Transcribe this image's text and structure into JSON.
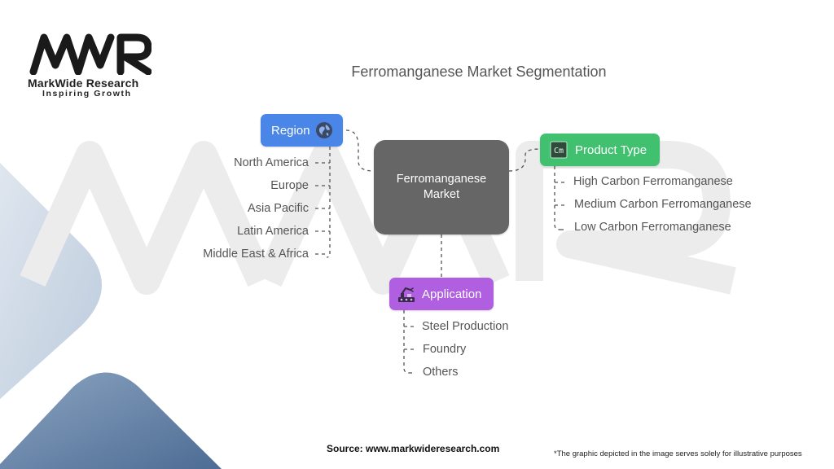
{
  "brand": {
    "logo_letters": "MWR",
    "name": "MarkWide Research",
    "tagline": "Inspiring Growth"
  },
  "title": "Ferromanganese Market Segmentation",
  "center": {
    "label": "Ferromanganese Market"
  },
  "branches": {
    "region": {
      "label": "Region",
      "icon": "globe-icon",
      "color": "#4a86e8",
      "items": [
        "North America",
        "Europe",
        "Asia Pacific",
        "Latin America",
        "Middle East & Africa"
      ]
    },
    "product_type": {
      "label": "Product Type",
      "icon": "element-cm-icon",
      "icon_text": "Cm",
      "color": "#41c170",
      "items": [
        "High Carbon Ferromanganese",
        "Medium Carbon Ferromanganese",
        "Low Carbon Ferromanganese"
      ]
    },
    "application": {
      "label": "Application",
      "icon": "factory-robot-icon",
      "color": "#b05fe0",
      "items": [
        "Steel Production",
        "Foundry",
        "Others"
      ]
    }
  },
  "footer": {
    "source": "Source: www.markwideresearch.com",
    "disclaimer": "*The graphic depicted in the image serves solely for illustrative purposes"
  }
}
